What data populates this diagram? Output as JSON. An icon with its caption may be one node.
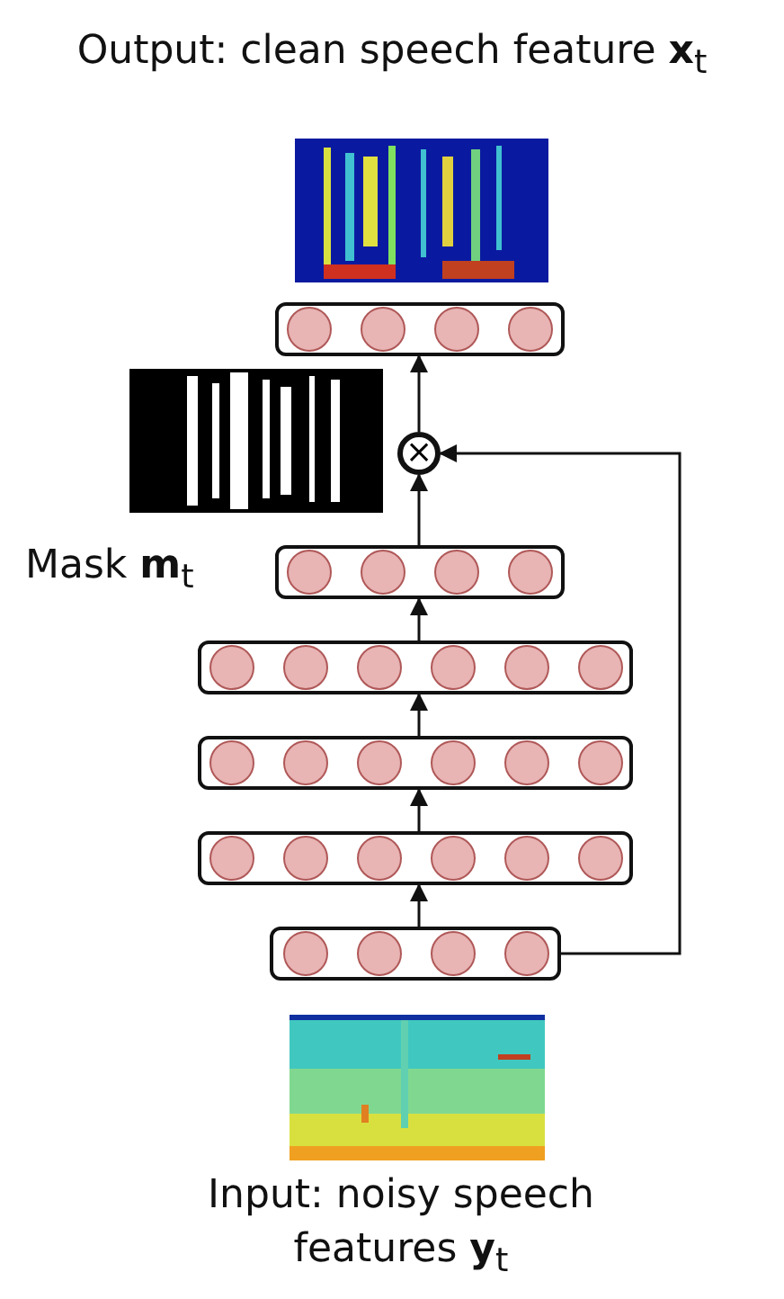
{
  "diagram": {
    "title": "Output: clean speech feature **x**$_{t}$",
    "caption": "Input: noisy speech features **y**$_{t}$",
    "nodes": [
      {
        "text": [],
        "shape": "box"
      },
      {
        "text": [
          "×"
        ]
      },
      {
        "text": [],
        "shape": "box"
      },
      {
        "text": [],
        "shape": "box"
      },
      {
        "text": [],
        "shape": "box"
      },
      {
        "text": [],
        "shape": "box"
      },
      {
        "text": [],
        "shape": "box"
      }
    ],
    "edges": [
      {
        "from": 1,
        "to": 0,
        "arrow": "to"
      },
      {
        "from": 2,
        "to": 1,
        "arrow": "to"
      },
      {
        "from": 3,
        "to": 2,
        "arrow": "to"
      },
      {
        "from": 4,
        "to": 3,
        "arrow": "to"
      },
      {
        "from": 5,
        "to": 4,
        "arrow": "to"
      },
      {
        "from": 6,
        "to": 5,
        "arrow": "to"
      },
      {
        "from": 6,
        "to": 1,
        "arrow": "to"
      }
    ],
    "labels": [
      "Mask **m**$_{t}$"
    ]
  }
}
